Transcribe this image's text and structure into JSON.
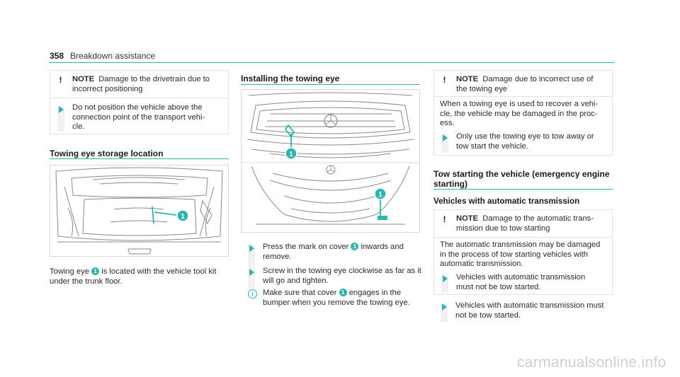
{
  "header": {
    "page_number": "358",
    "title": "Breakdown assistance"
  },
  "col1": {
    "note1": {
      "label": "NOTE",
      "text_l1": "Damage to the drivetrain due to",
      "text_l2": "incorrect positioning",
      "step_l1": "Do not position the vehicle above the",
      "step_l2": "connection point of the transport vehi-",
      "step_l3": "cle."
    },
    "storage_heading": "Towing eye storage location",
    "caption_a": "Towing eye",
    "caption_b": "is located with the vehicle tool kit",
    "caption_l2": "under the trunk floor."
  },
  "col2": {
    "heading": "Installing the towing eye",
    "step1_a": "Press the mark on cover",
    "step1_b": "inwards and",
    "step1_l2": "remove.",
    "step2_l1": "Screw in the towing eye clockwise as far as it",
    "step2_l2": "will go and tighten.",
    "info_a": "Make sure that cover",
    "info_b": "engages in the",
    "info_l2": "bumper when you remove the towing eye."
  },
  "col3": {
    "note2": {
      "label": "NOTE",
      "text_l1": "Damage due to incorrect use of",
      "text_l2": "the towing eye",
      "body_l1": "When a towing eye is used to recover a vehi-",
      "body_l2": "cle, the vehicle may be damaged in the proc-",
      "body_l3": "ess.",
      "step_l1": "Only use the towing eye to tow away or",
      "step_l2": "tow start the vehicle."
    },
    "tow_heading_l1": "Tow starting the vehicle (emergency engine",
    "tow_heading_l2": "starting)",
    "auto_heading": "Vehicles with automatic transmission",
    "note3": {
      "label": "NOTE",
      "text_l1": "Damage to the automatic trans-",
      "text_l2": "mission due to tow starting",
      "body_l1": "The automatic transmission may be damaged",
      "body_l2": "in the process of tow starting vehicles with",
      "body_l3": "automatic transmission.",
      "step_l1": "Vehicles with automatic transmission",
      "step_l2": "must not be tow started."
    },
    "final_step_l1": "Vehicles with automatic transmission must",
    "final_step_l2": "not be tow started."
  },
  "badge_number": "1",
  "watermark": "carmanualsonline.info",
  "colors": {
    "accent": "#2bb5b0",
    "border": "#e2e2e2"
  }
}
